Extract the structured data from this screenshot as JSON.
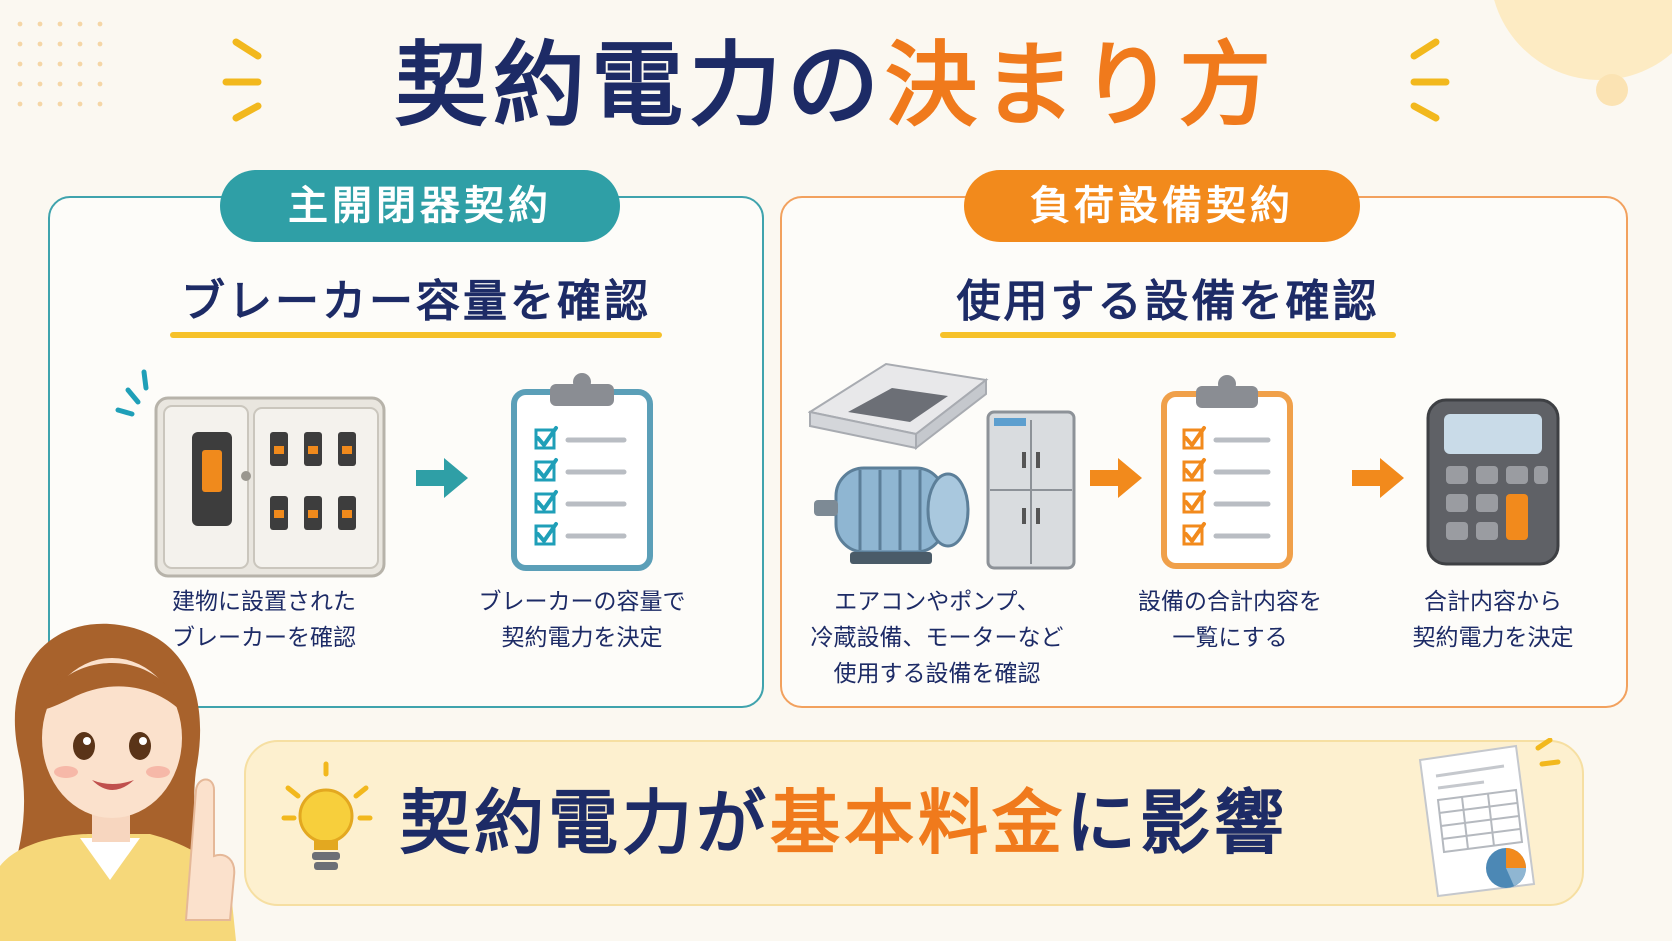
{
  "title": {
    "part1": "契約電力の",
    "part2": "決まり方"
  },
  "left_panel": {
    "pill": "主開閉器契約",
    "subhead": "ブレーカー容量を確認",
    "caption1": "建物に設置された\nブレーカーを確認",
    "caption2": "ブレーカーの容量で\n契約電力を決定"
  },
  "right_panel": {
    "pill": "負荷設備契約",
    "subhead": "使用する設備を確認",
    "caption1": "エアコンやポンプ、\n冷蔵設備、モーターなど\n使用する設備を確認",
    "caption2": "設備の合計内容を\n一覧にする",
    "caption3": "合計内容から\n契約電力を決定"
  },
  "banner": {
    "part1": "契約電力が",
    "part2": "基本料金",
    "part3": "に影響"
  },
  "colors": {
    "navy": "#1d2b66",
    "orange": "#f07a1c",
    "teal": "#2f9fa6",
    "yellow": "#f6c12a",
    "background": "#fbf8f1"
  }
}
